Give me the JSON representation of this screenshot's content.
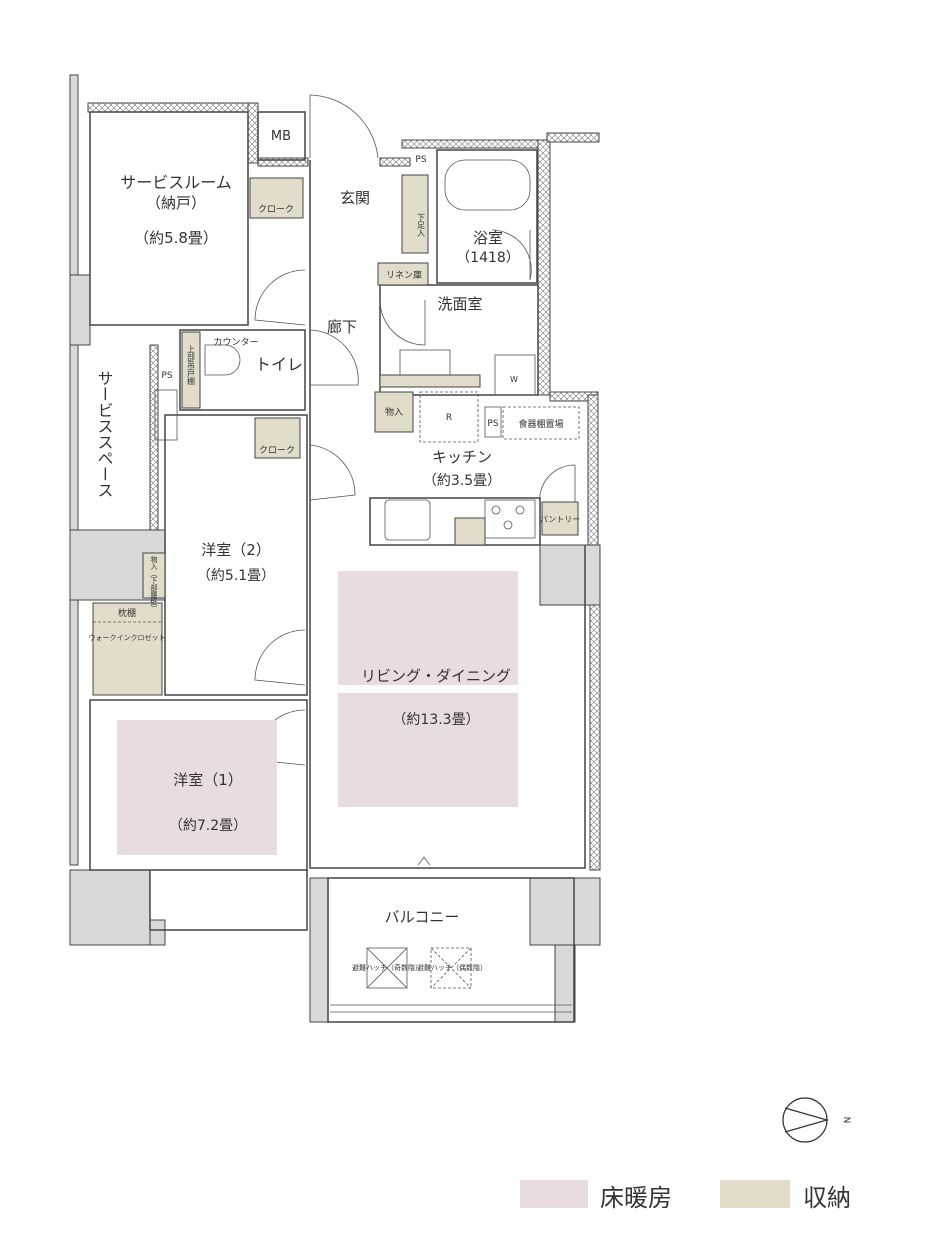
{
  "rooms": {
    "service_room": {
      "name": "サービスルーム",
      "sub": "（納戸）",
      "area": "（約5.8畳）"
    },
    "mb": "MB",
    "cloak1": "クローク",
    "entrance": "玄関",
    "shoe_storage": "下足入",
    "ps_top": "PS",
    "bath": {
      "name": "浴室",
      "size": "（1418）"
    },
    "linen": "リネン庫",
    "washroom": "洗面室",
    "corridor": "廊下",
    "counter": "カウンター",
    "upper_cabinet": "上部吊戸棚",
    "toilet": "トイレ",
    "ps_left": "PS",
    "service_space": "サービススペース",
    "storage_hall": "物入",
    "fridge": "R",
    "ps_kitchen": "PS",
    "washer": "W",
    "dish_shelf": "食器棚置場",
    "kitchen": {
      "name": "キッチン",
      "area": "（約3.5畳）"
    },
    "pantry": "パントリー",
    "cloak2": "クローク",
    "room2": {
      "name": "洋室（2）",
      "area": "（約5.1畳）"
    },
    "storage_room2": "物入（下部腰壁）",
    "pillow_shelf": "枕棚",
    "walk_in_closet": "ウォークインクロゼット",
    "living": {
      "name": "リビング・ダイニング",
      "area": "（約13.3畳）"
    },
    "room1": {
      "name": "洋室（1）",
      "area": "（約7.2畳）"
    },
    "balcony": "バルコニー",
    "hatch_odd": "避難ハッチ（奇数階）",
    "hatch_even": "避難ハッチ（偶数階）"
  },
  "compass": {
    "label": "N",
    "icon": "north-arrow-icon"
  },
  "legend": [
    {
      "label": "床暖房",
      "color": "#e8dce0"
    },
    {
      "label": "収納",
      "color": "#e2dccb"
    }
  ]
}
